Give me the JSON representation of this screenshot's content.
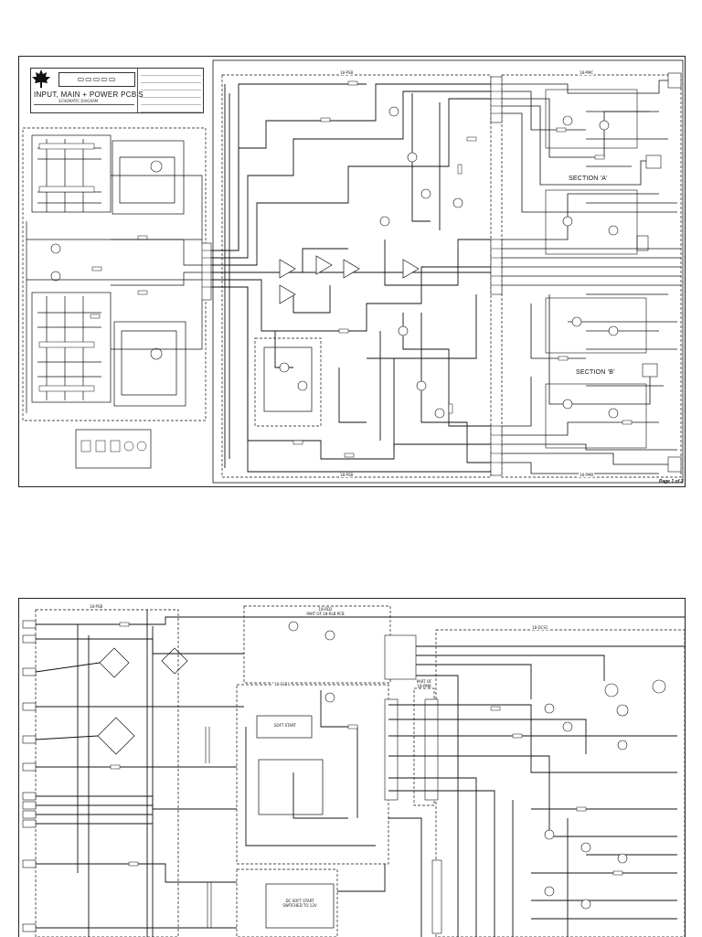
{
  "sheet1": {
    "title": "INPUT, MAIN + POWER PCB'S",
    "subtitle": "SCHEMATIC DIAGRAM",
    "section_a": "SECTION 'A'",
    "section_b": "SECTION 'B'",
    "page": "Page 1 of 2",
    "pcb_top_left": "18-PSB",
    "pcb_top_right": "18-PMC",
    "pcb_bottom_left": "18-PSB",
    "pcb_bottom_right": "18-PMB"
  },
  "sheet2": {
    "pcb_left": "18-PSB",
    "pcb_upper": "18-RD2",
    "pcb_upper_sub": "PART OF 18-RLB PCB",
    "pcb_mid": "18-SSB",
    "soft_start_label": "SOFT START",
    "dc_soft_start": "DC SOFT START",
    "dc_soft_start_sub": "SWITCHED TO 12V",
    "part_of": "PART OF",
    "part_of_sub": "18-PMB",
    "pcb_right": "18-DCSC"
  },
  "colors": {
    "ink": "#111111",
    "paper": "#ffffff",
    "frame": "#222222"
  }
}
